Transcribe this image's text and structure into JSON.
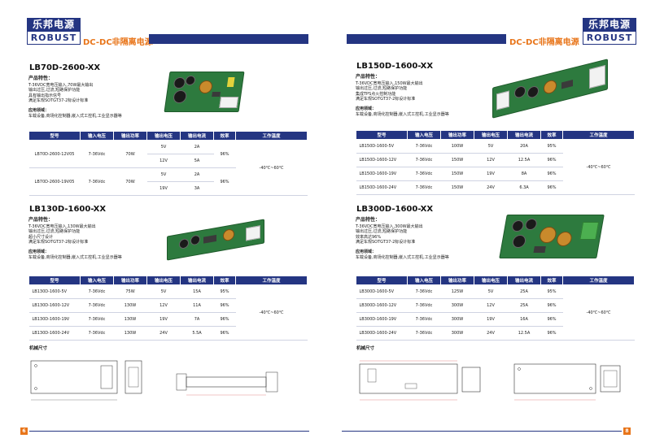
{
  "brand": {
    "cn": "乐邦电源",
    "en": "ROBUST"
  },
  "section_title": "DC-DC非隔离电源",
  "table_headers": [
    "型号",
    "输入电压",
    "输出功率",
    "输出电压",
    "输出电流",
    "效率",
    "工作温度"
  ],
  "mechanical_label": "机械尺寸",
  "left_page": {
    "page_number": "6",
    "products": [
      {
        "model": "LB70D-2600-XX",
        "features_title": "产品特性：",
        "features": [
          "T-36VDC宽电压输入,70W最大输出",
          "输出过压,过流,短路保护功能",
          "具有输出指示信号",
          "满足车规SOTGT37-2标设计标准"
        ],
        "application_title": "应用领域：",
        "application": "车载设备,商场化控制器,嵌入式工控机,工业显示器等",
        "table_rows": [
          {
            "model": "LB70D-2600-12V05",
            "input": "7-36Vdc",
            "power": "70W",
            "outputs": [
              {
                "voltage": "5V",
                "current": "2A"
              },
              {
                "voltage": "12V",
                "current": "5A"
              }
            ],
            "efficiency": "96%"
          },
          {
            "model": "LB70D-2600-19V05",
            "input": "7-36Vdc",
            "power": "70W",
            "outputs": [
              {
                "voltage": "5V",
                "current": "2A"
              },
              {
                "voltage": "19V",
                "current": "3A"
              }
            ],
            "efficiency": "96%"
          }
        ],
        "temperature": "-40℃~60℃"
      },
      {
        "model": "LB130D-1600-XX",
        "features_title": "产品特性：",
        "features": [
          "T-36VDC宽电压输入,130W最大输出",
          "输出过压,过流,短路保护功能",
          "超小尺寸设计",
          "满足车规SOTGT37-2标设计标准"
        ],
        "application_title": "应用领域：",
        "application": "车载设备,商场化控制器,嵌入式工控机,工业显示器等",
        "table_rows": [
          {
            "model": "LB130D-1600-5V",
            "input": "7-36Vdc",
            "power": "75W",
            "voltage": "5V",
            "current": "15A",
            "efficiency": "95%"
          },
          {
            "model": "LB130D-1600-12V",
            "input": "7-36Vdc",
            "power": "130W",
            "voltage": "12V",
            "current": "11A",
            "efficiency": "96%"
          },
          {
            "model": "LB130D-1600-19V",
            "input": "7-36Vdc",
            "power": "130W",
            "voltage": "19V",
            "current": "7A",
            "efficiency": "96%"
          },
          {
            "model": "LB130D-1600-24V",
            "input": "7-36Vdc",
            "power": "130W",
            "voltage": "24V",
            "current": "5.5A",
            "efficiency": "96%"
          }
        ],
        "temperature": "-40℃~60℃"
      }
    ]
  },
  "right_page": {
    "page_number": "8",
    "products": [
      {
        "model": "LB150D-1600-XX",
        "features_title": "产品特性：",
        "features": [
          "T-36VDC宽电压输入,150W最大输出",
          "输出过压,过流,短路保护功能",
          "集成TPS点火控制功能",
          "满足车规SOTGT37-2标设计标准"
        ],
        "application_title": "应用领域：",
        "application": "车载设备,商场化控制器,嵌入式工控机,工业显示器等",
        "table_rows": [
          {
            "model": "LB150D-1600-5V",
            "input": "7-36Vdc",
            "power": "100W",
            "voltage": "5V",
            "current": "20A",
            "efficiency": "95%"
          },
          {
            "model": "LB150D-1600-12V",
            "input": "7-36Vdc",
            "power": "150W",
            "voltage": "12V",
            "current": "12.5A",
            "efficiency": "96%"
          },
          {
            "model": "LB150D-1600-19V",
            "input": "7-36Vdc",
            "power": "150W",
            "voltage": "19V",
            "current": "8A",
            "efficiency": "96%"
          },
          {
            "model": "LB150D-1600-24V",
            "input": "7-36Vdc",
            "power": "150W",
            "voltage": "24V",
            "current": "6.3A",
            "efficiency": "96%"
          }
        ],
        "temperature": "-40℃~60℃"
      },
      {
        "model": "LB300D-1600-XX",
        "features_title": "产品特性：",
        "features": [
          "T-36VDC宽电压输入,300W最大输出",
          "输出过压,过流,短路保护功能",
          "效率高达96%",
          "满足车规SOTGT37-2标设计标准"
        ],
        "application_title": "应用领域：",
        "application": "车载设备,商场化控制器,嵌入式工控机,工业显示器等",
        "table_rows": [
          {
            "model": "LB300D-1600-5V",
            "input": "7-36Vdc",
            "power": "125W",
            "voltage": "5V",
            "current": "25A",
            "efficiency": "95%"
          },
          {
            "model": "LB300D-1600-12V",
            "input": "7-36Vdc",
            "power": "300W",
            "voltage": "12V",
            "current": "25A",
            "efficiency": "96%"
          },
          {
            "model": "LB300D-1600-19V",
            "input": "7-36Vdc",
            "power": "300W",
            "voltage": "19V",
            "current": "16A",
            "efficiency": "96%"
          },
          {
            "model": "LB300D-1600-24V",
            "input": "7-36Vdc",
            "power": "300W",
            "voltage": "24V",
            "current": "12.5A",
            "efficiency": "96%"
          }
        ],
        "temperature": "-40℃~60℃"
      }
    ]
  }
}
